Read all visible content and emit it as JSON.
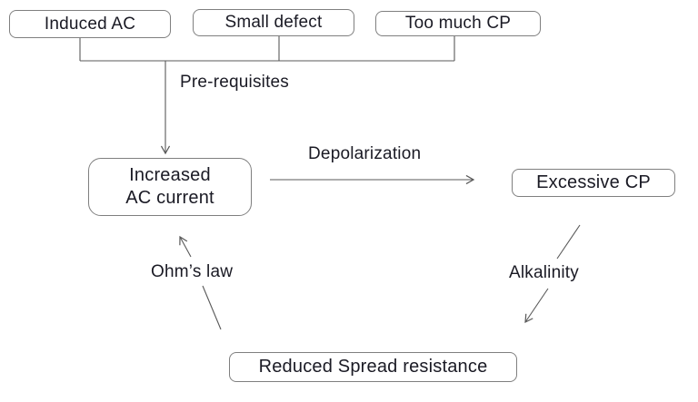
{
  "diagram": {
    "type": "flowchart",
    "nodes": [
      {
        "id": "induced-ac",
        "label": "Induced AC"
      },
      {
        "id": "small-defect",
        "label": "Small defect"
      },
      {
        "id": "too-much-cp",
        "label": "Too much CP"
      },
      {
        "id": "increased-ac-current",
        "label": "Increased AC current"
      },
      {
        "id": "excessive-cp",
        "label": "Excessive CP"
      },
      {
        "id": "reduced-spread-resistance",
        "label": "Reduced Spread resistance"
      }
    ],
    "edges": [
      {
        "from": "induced-ac, small-defect, too-much-cp",
        "to": "increased-ac-current",
        "label": "Pre-requisites"
      },
      {
        "from": "increased-ac-current",
        "to": "excessive-cp",
        "label": "Depolarization"
      },
      {
        "from": "excessive-cp",
        "to": "reduced-spread-resistance",
        "label": "Alkalinity"
      },
      {
        "from": "reduced-spread-resistance",
        "to": "increased-ac-current",
        "label": "Ohm’s law"
      }
    ],
    "edge_labels": {
      "prerequisites": "Pre-requisites",
      "depolarization": "Depolarization",
      "alkalinity": "Alkalinity",
      "ohms_law": "Ohm’s law"
    },
    "colors": {
      "background": "#ffffff",
      "node_border": "#7f7f7f",
      "connector_line": "#595959",
      "text": "#1a1a24"
    }
  }
}
